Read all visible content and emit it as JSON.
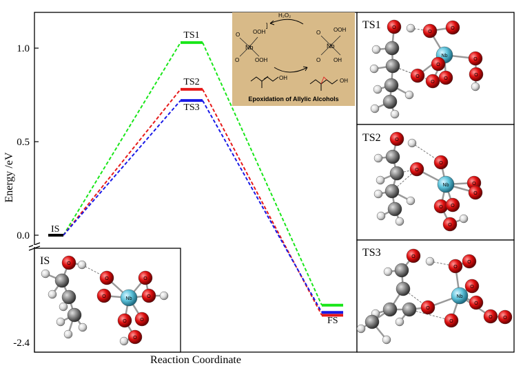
{
  "chart_data": {
    "type": "line",
    "ylabel": "Energy /eV",
    "xlabel": "Reaction Coordinate",
    "y_ticks": [
      "1.0",
      "0.5",
      "0.0",
      "-2.4"
    ],
    "y_tick_values": [
      1.0,
      0.5,
      0.0,
      -2.4
    ],
    "axis_break": "between 0.0 and -2.4",
    "grid": false,
    "states": [
      "IS",
      "TS",
      "FS"
    ],
    "series": [
      {
        "name": "TS1",
        "color": "#19e619",
        "values": [
          0.0,
          1.03,
          -1.88
        ]
      },
      {
        "name": "TS2",
        "color": "#e61919",
        "values": [
          0.0,
          0.78,
          -2.02
        ]
      },
      {
        "name": "TS3",
        "color": "#1919e6",
        "values": [
          0.0,
          0.72,
          -1.98
        ]
      }
    ],
    "state_labels": {
      "initial": "IS",
      "final": "FS"
    }
  },
  "panels": {
    "is_label": "IS",
    "ts1_label": "TS1",
    "ts2_label": "TS2",
    "ts3_label": "TS3"
  },
  "inset": {
    "reagent": "H₂O₂",
    "caption": "Epoxidation of Allylic Alcohols",
    "left_metal": "Nb",
    "right_metal": "Nb",
    "oh": "OH",
    "ooh": "OOH",
    "o": "O",
    "bg_color": "#d8ba88",
    "o_color": "#e02020",
    "metal_color": "#40b8d8"
  },
  "atom_labels": {
    "o": "O",
    "nb": "Nb"
  }
}
